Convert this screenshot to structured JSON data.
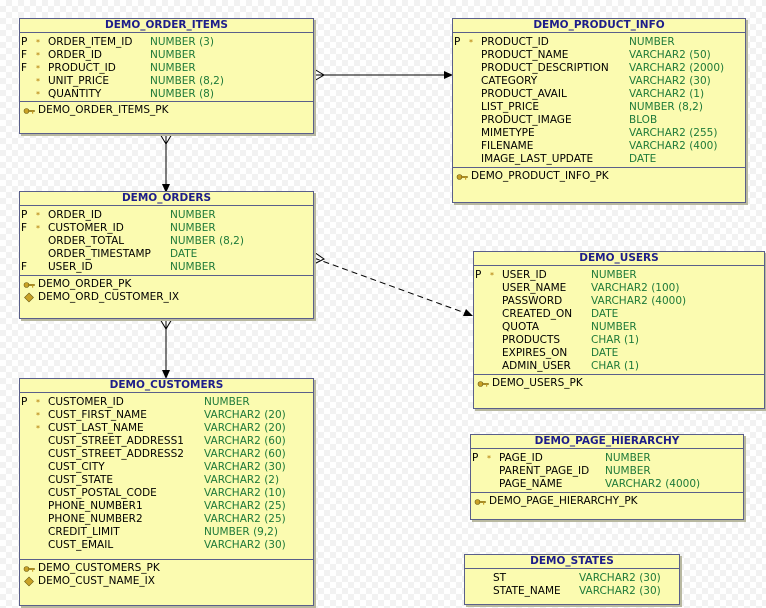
{
  "entities": {
    "order_items": {
      "title": "DEMO_ORDER_ITEMS",
      "columns": [
        {
          "flag": "P",
          "mark": "*",
          "name": "ORDER_ITEM_ID",
          "type": "NUMBER (3)"
        },
        {
          "flag": "F",
          "mark": "*",
          "name": "ORDER_ID",
          "type": "NUMBER"
        },
        {
          "flag": "F",
          "mark": "*",
          "name": "PRODUCT_ID",
          "type": "NUMBER"
        },
        {
          "flag": "",
          "mark": "*",
          "name": "UNIT_PRICE",
          "type": "NUMBER (8,2)"
        },
        {
          "flag": "",
          "mark": "*",
          "name": "QUANTITY",
          "type": "NUMBER (8)"
        }
      ],
      "keys": [
        {
          "icon": "pk",
          "name": "DEMO_ORDER_ITEMS_PK"
        }
      ]
    },
    "product_info": {
      "title": "DEMO_PRODUCT_INFO",
      "columns": [
        {
          "flag": "P",
          "mark": "*",
          "name": "PRODUCT_ID",
          "type": "NUMBER"
        },
        {
          "flag": "",
          "mark": "",
          "name": "PRODUCT_NAME",
          "type": "VARCHAR2 (50)"
        },
        {
          "flag": "",
          "mark": "",
          "name": "PRODUCT_DESCRIPTION",
          "type": "VARCHAR2 (2000)"
        },
        {
          "flag": "",
          "mark": "",
          "name": "CATEGORY",
          "type": "VARCHAR2 (30)"
        },
        {
          "flag": "",
          "mark": "",
          "name": "PRODUCT_AVAIL",
          "type": "VARCHAR2 (1)"
        },
        {
          "flag": "",
          "mark": "",
          "name": "LIST_PRICE",
          "type": "NUMBER (8,2)"
        },
        {
          "flag": "",
          "mark": "",
          "name": "PRODUCT_IMAGE",
          "type": "BLOB"
        },
        {
          "flag": "",
          "mark": "",
          "name": "MIMETYPE",
          "type": "VARCHAR2 (255)"
        },
        {
          "flag": "",
          "mark": "",
          "name": "FILENAME",
          "type": "VARCHAR2 (400)"
        },
        {
          "flag": "",
          "mark": "",
          "name": "IMAGE_LAST_UPDATE",
          "type": "DATE"
        }
      ],
      "keys": [
        {
          "icon": "pk",
          "name": "DEMO_PRODUCT_INFO_PK"
        }
      ]
    },
    "orders": {
      "title": "DEMO_ORDERS",
      "columns": [
        {
          "flag": "P",
          "mark": "*",
          "name": "ORDER_ID",
          "type": "NUMBER"
        },
        {
          "flag": "F",
          "mark": "*",
          "name": "CUSTOMER_ID",
          "type": "NUMBER"
        },
        {
          "flag": "",
          "mark": "",
          "name": "ORDER_TOTAL",
          "type": "NUMBER (8,2)"
        },
        {
          "flag": "",
          "mark": "",
          "name": "ORDER_TIMESTAMP",
          "type": "DATE"
        },
        {
          "flag": "F",
          "mark": "",
          "name": "USER_ID",
          "type": "NUMBER"
        }
      ],
      "keys": [
        {
          "icon": "pk",
          "name": "DEMO_ORDER_PK"
        },
        {
          "icon": "ix",
          "name": "DEMO_ORD_CUSTOMER_IX"
        }
      ]
    },
    "users": {
      "title": "DEMO_USERS",
      "columns": [
        {
          "flag": "P",
          "mark": "*",
          "name": "USER_ID",
          "type": "NUMBER"
        },
        {
          "flag": "",
          "mark": "",
          "name": "USER_NAME",
          "type": "VARCHAR2 (100)"
        },
        {
          "flag": "",
          "mark": "",
          "name": "PASSWORD",
          "type": "VARCHAR2 (4000)"
        },
        {
          "flag": "",
          "mark": "",
          "name": "CREATED_ON",
          "type": "DATE"
        },
        {
          "flag": "",
          "mark": "",
          "name": "QUOTA",
          "type": "NUMBER"
        },
        {
          "flag": "",
          "mark": "",
          "name": "PRODUCTS",
          "type": "CHAR (1)"
        },
        {
          "flag": "",
          "mark": "",
          "name": "EXPIRES_ON",
          "type": "DATE"
        },
        {
          "flag": "",
          "mark": "",
          "name": "ADMIN_USER",
          "type": "CHAR (1)"
        }
      ],
      "keys": [
        {
          "icon": "pk",
          "name": "DEMO_USERS_PK"
        }
      ]
    },
    "customers": {
      "title": "DEMO_CUSTOMERS",
      "columns": [
        {
          "flag": "P",
          "mark": "*",
          "name": "CUSTOMER_ID",
          "type": "NUMBER"
        },
        {
          "flag": "",
          "mark": "*",
          "name": "CUST_FIRST_NAME",
          "type": "VARCHAR2 (20)"
        },
        {
          "flag": "",
          "mark": "*",
          "name": "CUST_LAST_NAME",
          "type": "VARCHAR2 (20)"
        },
        {
          "flag": "",
          "mark": "",
          "name": "CUST_STREET_ADDRESS1",
          "type": "VARCHAR2 (60)"
        },
        {
          "flag": "",
          "mark": "",
          "name": "CUST_STREET_ADDRESS2",
          "type": "VARCHAR2 (60)"
        },
        {
          "flag": "",
          "mark": "",
          "name": "CUST_CITY",
          "type": "VARCHAR2 (30)"
        },
        {
          "flag": "",
          "mark": "",
          "name": "CUST_STATE",
          "type": "VARCHAR2 (2)"
        },
        {
          "flag": "",
          "mark": "",
          "name": "CUST_POSTAL_CODE",
          "type": "VARCHAR2 (10)"
        },
        {
          "flag": "",
          "mark": "",
          "name": "PHONE_NUMBER1",
          "type": "VARCHAR2 (25)"
        },
        {
          "flag": "",
          "mark": "",
          "name": "PHONE_NUMBER2",
          "type": "VARCHAR2 (25)"
        },
        {
          "flag": "",
          "mark": "",
          "name": "CREDIT_LIMIT",
          "type": "NUMBER (9,2)"
        },
        {
          "flag": "",
          "mark": "",
          "name": "CUST_EMAIL",
          "type": "VARCHAR2 (30)"
        }
      ],
      "keys": [
        {
          "icon": "pk",
          "name": "DEMO_CUSTOMERS_PK"
        },
        {
          "icon": "ix",
          "name": "DEMO_CUST_NAME_IX"
        }
      ]
    },
    "page_hierarchy": {
      "title": "DEMO_PAGE_HIERARCHY",
      "columns": [
        {
          "flag": "P",
          "mark": "*",
          "name": "PAGE_ID",
          "type": "NUMBER"
        },
        {
          "flag": "",
          "mark": "",
          "name": "PARENT_PAGE_ID",
          "type": "NUMBER"
        },
        {
          "flag": "",
          "mark": "",
          "name": "PAGE_NAME",
          "type": "VARCHAR2 (4000)"
        }
      ],
      "keys": [
        {
          "icon": "pk",
          "name": "DEMO_PAGE_HIERARCHY_PK"
        }
      ]
    },
    "states": {
      "title": "DEMO_STATES",
      "columns": [
        {
          "flag": "",
          "mark": "",
          "name": "ST",
          "type": "VARCHAR2 (30)"
        },
        {
          "flag": "",
          "mark": "",
          "name": "STATE_NAME",
          "type": "VARCHAR2 (30)"
        }
      ],
      "keys": []
    }
  },
  "colors": {
    "entity_fill": "#fbfbb0",
    "border": "#5a5f8a",
    "title_text": "#1d1d8a",
    "type_text": "#1f7a3a",
    "mandatory_mark": "#b07800"
  },
  "icons": {
    "pk": "primary-key-icon",
    "ix": "index-icon",
    "mandatory": "asterisk-icon"
  }
}
